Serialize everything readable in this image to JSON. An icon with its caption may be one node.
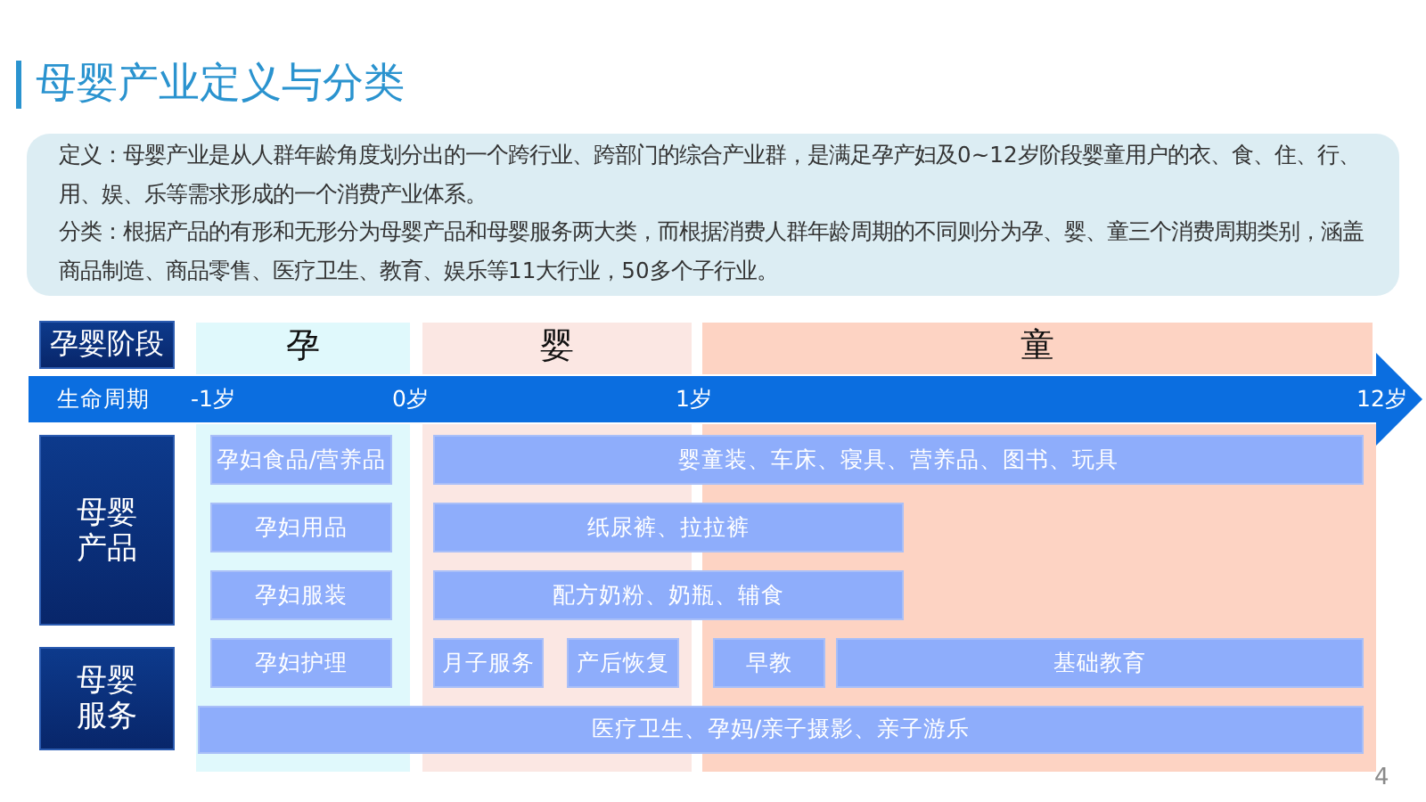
{
  "diagram": {
    "title": "母婴产业定义与分类",
    "nodes": [
      {
        "text": [
          "定义：母婴产业是从人群年龄角度划分出的一个跨行业、跨部门的综合产业群，是满足孕产妇及0~12岁阶段婴童用户的衣、食、住、行、用、娱、乐等需求形成的一个消费产业体系。",
          "分类：根据产品的有形和无形分为母婴产品和母婴服务两大类，而根据消费人群年龄周期的不同则分为孕、婴、童三个消费周期类别，涵盖商品制造、商品零售、医疗卫生、教育、娱乐等11大行业，50多个子行业。"
        ]
      },
      {
        "text": [
          "孕婴阶段"
        ]
      },
      {
        "text": [
          "孕"
        ]
      },
      {
        "text": [
          "婴"
        ]
      },
      {
        "text": [
          "童"
        ]
      },
      {
        "text": [
          "生命周期",
          "-1岁",
          "0岁",
          "1岁",
          "12岁"
        ]
      },
      {
        "text": [
          "母婴产品"
        ]
      },
      {
        "text": [
          "母婴服务"
        ]
      },
      {
        "text": [],
        "shape": "box"
      },
      {
        "text": [],
        "shape": "box"
      },
      {
        "text": [],
        "shape": "box"
      },
      {
        "text": [
          "孕妇食品/营养品"
        ],
        "in": 8
      },
      {
        "text": [
          "婴童装、车床、寝具、营养品、图书、玩具"
        ]
      },
      {
        "text": [
          "孕妇用品"
        ],
        "in": 8
      },
      {
        "text": [
          "纸尿裤、拉拉裤"
        ]
      },
      {
        "text": [
          "孕妇服装"
        ],
        "in": 8
      },
      {
        "text": [
          "配方奶粉、奶瓶、辅食"
        ]
      },
      {
        "text": [
          "孕妇护理"
        ],
        "in": 8
      },
      {
        "text": [
          "月子服务"
        ],
        "in": 9
      },
      {
        "text": [
          "产后恢复"
        ],
        "in": 9
      },
      {
        "text": [
          "早教"
        ],
        "in": 10
      },
      {
        "text": [
          "基础教育"
        ],
        "in": 10
      },
      {
        "text": [
          "医疗卫生、孕妈/亲子摄影、亲子游乐"
        ]
      }
    ],
    "labels": [
      "4"
    ]
  }
}
